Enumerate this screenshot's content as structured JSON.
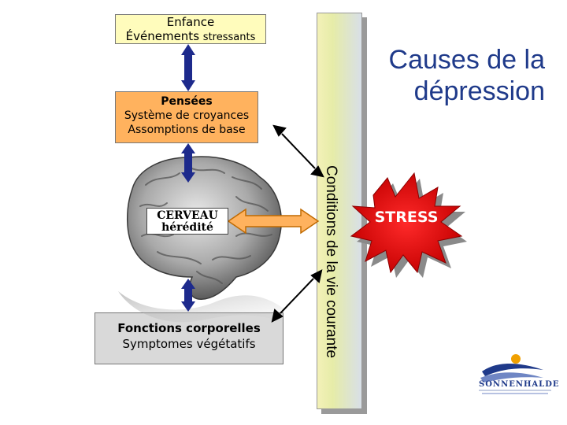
{
  "title": {
    "line1": "Causes de la",
    "line2": "dépression"
  },
  "boxes": {
    "enfance": {
      "line1": "Enfance",
      "line2_bold": "Événements",
      "line2_rest": "stressants"
    },
    "pensees": {
      "line1": "Pensées",
      "line2": "Système de croyances",
      "line3": "Assomptions de base"
    },
    "fonctions": {
      "line1": "Fonctions corporelles",
      "line2": "Symptomes végétatifs"
    }
  },
  "brain": {
    "line1": "CERVEAU",
    "line2": "hérédité"
  },
  "vertical_bar": {
    "text": "Conditions de la vie courante"
  },
  "stress": {
    "text": "STRESS"
  },
  "logo": {
    "text": "SONNENHALDE"
  },
  "colors": {
    "title": "#1f3a8a",
    "arrow": "#1d2a8c",
    "stress": "#e01212",
    "pensees": "#ffb25e",
    "enfance": "#fffcbc",
    "fonctions": "#d9d9d9"
  }
}
